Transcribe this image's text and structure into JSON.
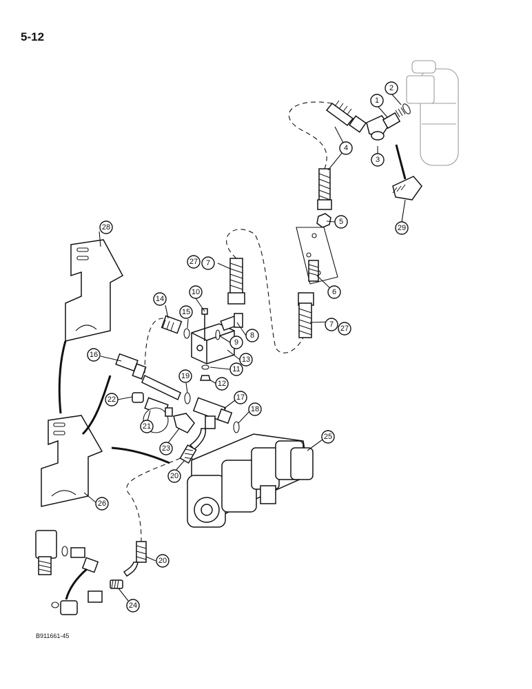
{
  "page": {
    "number": "5-12",
    "code": "B911661-45"
  },
  "callouts": {
    "c1": "1",
    "c2": "2",
    "c3": "3",
    "c4": "4",
    "c5": "5",
    "c6": "6",
    "c7a": "7",
    "c7b": "7",
    "c8": "8",
    "c9": "9",
    "c10": "10",
    "c11": "11",
    "c12": "12",
    "c13": "13",
    "c14": "14",
    "c15": "15",
    "c16": "16",
    "c17": "17",
    "c18": "18",
    "c19": "19",
    "c20a": "20",
    "c20b": "20",
    "c21": "21",
    "c22": "22",
    "c23": "23",
    "c24": "24",
    "c25": "25",
    "c26": "26",
    "c27a": "27",
    "c27b": "27",
    "c28": "28",
    "c29": "29"
  }
}
